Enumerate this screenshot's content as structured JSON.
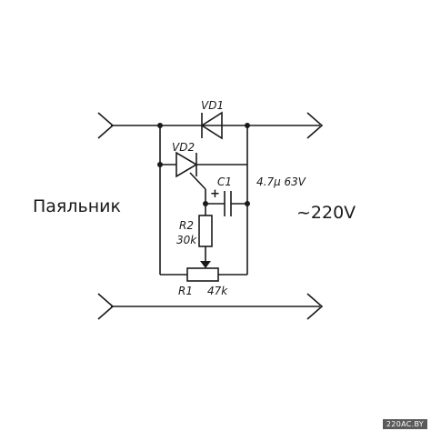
{
  "labels": {
    "load": "Паяльник",
    "mains": "~220V",
    "vd1": "VD1",
    "vd2": "VD2",
    "c1": "C1",
    "c1_value": "4.7µ 63V",
    "c1_polarity": "+",
    "r2": "R2",
    "r2_value": "30k",
    "r1": "R1",
    "r1_value": "47k"
  },
  "watermark": "220AC.BY"
}
